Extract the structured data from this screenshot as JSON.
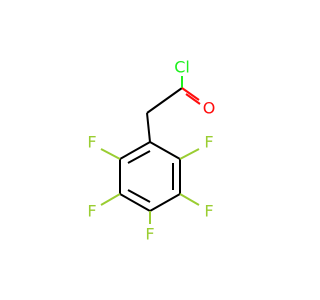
{
  "colors": {
    "background": "#ffffff",
    "bond": "#000000",
    "chlorine": "#1FF01F",
    "oxygen": "#FF0D0D",
    "fluorine": "#9ACD32"
  },
  "molecule": {
    "atoms": {
      "chlorine": "Cl",
      "oxygen": "O",
      "fluorine_left_upper": "F",
      "fluorine_right_upper": "F",
      "fluorine_left_lower": "F",
      "fluorine_right_lower": "F",
      "fluorine_bottom": "F"
    }
  }
}
